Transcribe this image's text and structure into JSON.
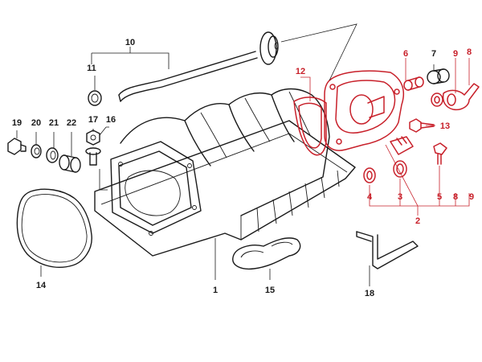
{
  "colors": {
    "line": "#1a1a1a",
    "highlight": "#c8202a",
    "background": "#ffffff"
  },
  "callouts": {
    "c1": "1",
    "c2": "2",
    "c3": "3",
    "c4": "4",
    "c5": "5",
    "c6": "6",
    "c7": "7",
    "c8a": "8",
    "c8b": "8",
    "c9a": "9",
    "c9b": "9",
    "c10": "10",
    "c11": "11",
    "c12": "12",
    "c13": "13",
    "c14": "14",
    "c15": "15",
    "c16": "16",
    "c17": "17",
    "c18": "18",
    "c19": "19",
    "c20": "20",
    "c21": "21",
    "c22": "22"
  }
}
